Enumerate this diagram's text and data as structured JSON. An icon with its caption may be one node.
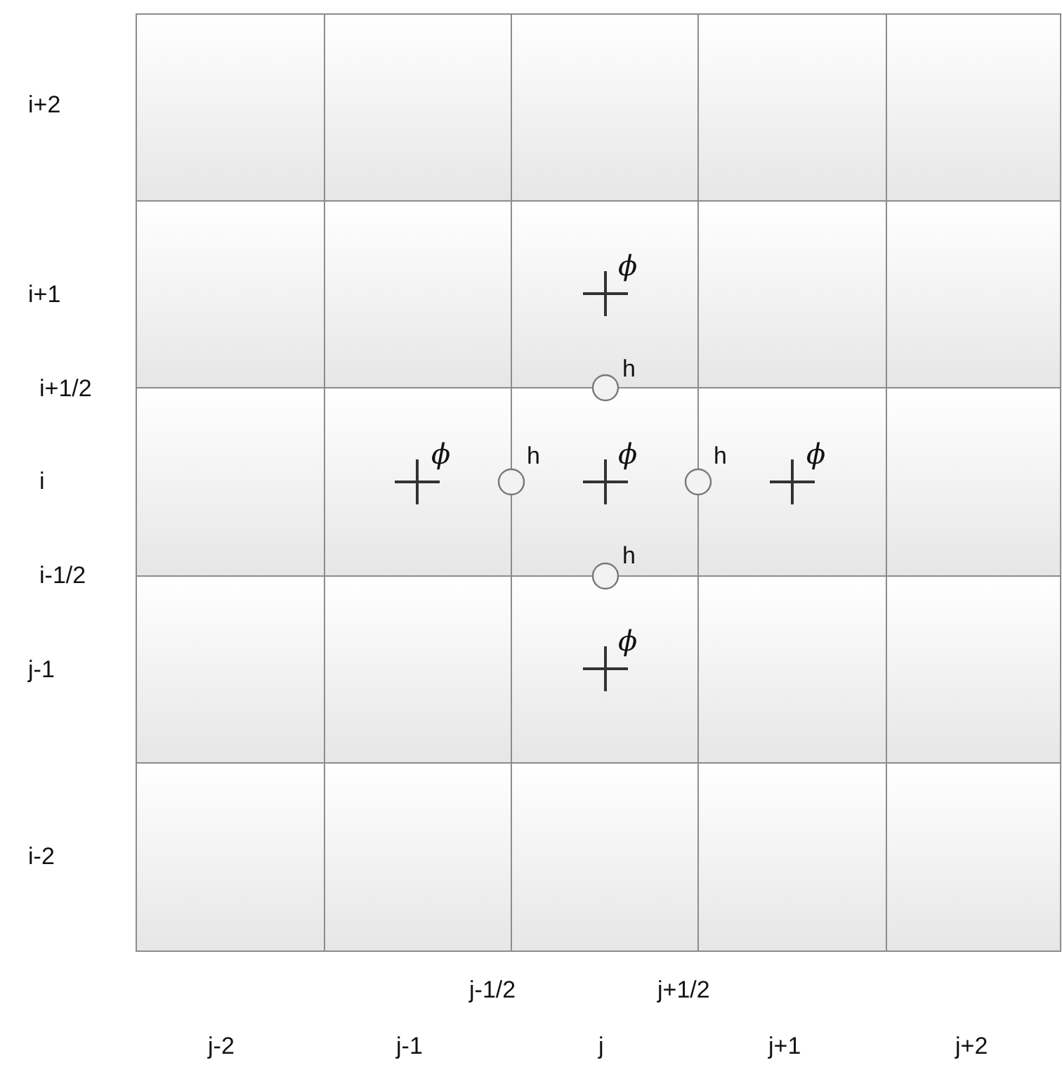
{
  "diagram": {
    "labels": [
      "i+2",
      "i+1",
      "ϕ",
      "i+1/2",
      "h",
      "i",
      "ϕ",
      "h",
      "ϕ",
      "h",
      "ϕ",
      "i-1/2",
      "h",
      "j-1",
      "ϕ",
      "i-2",
      "j-1/2",
      "j+1/2",
      "j-2",
      "j-1",
      "j",
      "j+1",
      "j+2"
    ]
  }
}
